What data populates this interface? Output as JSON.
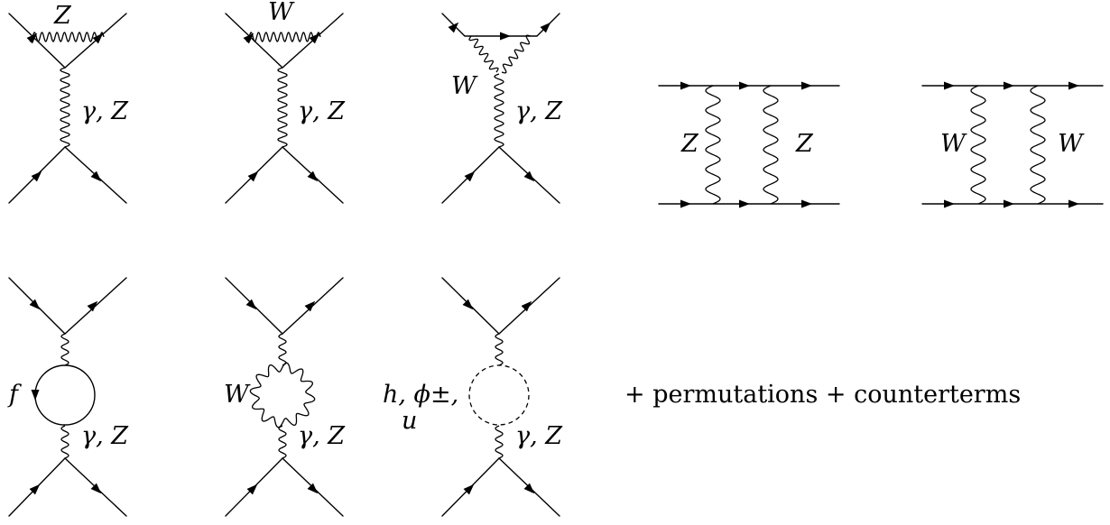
{
  "diagrams": [
    {
      "labels": [
        "Z",
        "γ, Z"
      ]
    },
    {
      "labels": [
        "W",
        "γ, Z"
      ]
    },
    {
      "labels": [
        "W",
        "γ, Z"
      ]
    },
    {
      "labels": [
        "Z",
        "Z"
      ]
    },
    {
      "labels": [
        "W",
        "W"
      ]
    },
    {
      "labels": [
        "f",
        "γ, Z"
      ]
    },
    {
      "labels": [
        "W",
        "γ, Z"
      ]
    },
    {
      "labels": [
        "h, ϕ±,",
        "u",
        "γ, Z"
      ]
    }
  ],
  "caption": "+ permutations + counterterms"
}
